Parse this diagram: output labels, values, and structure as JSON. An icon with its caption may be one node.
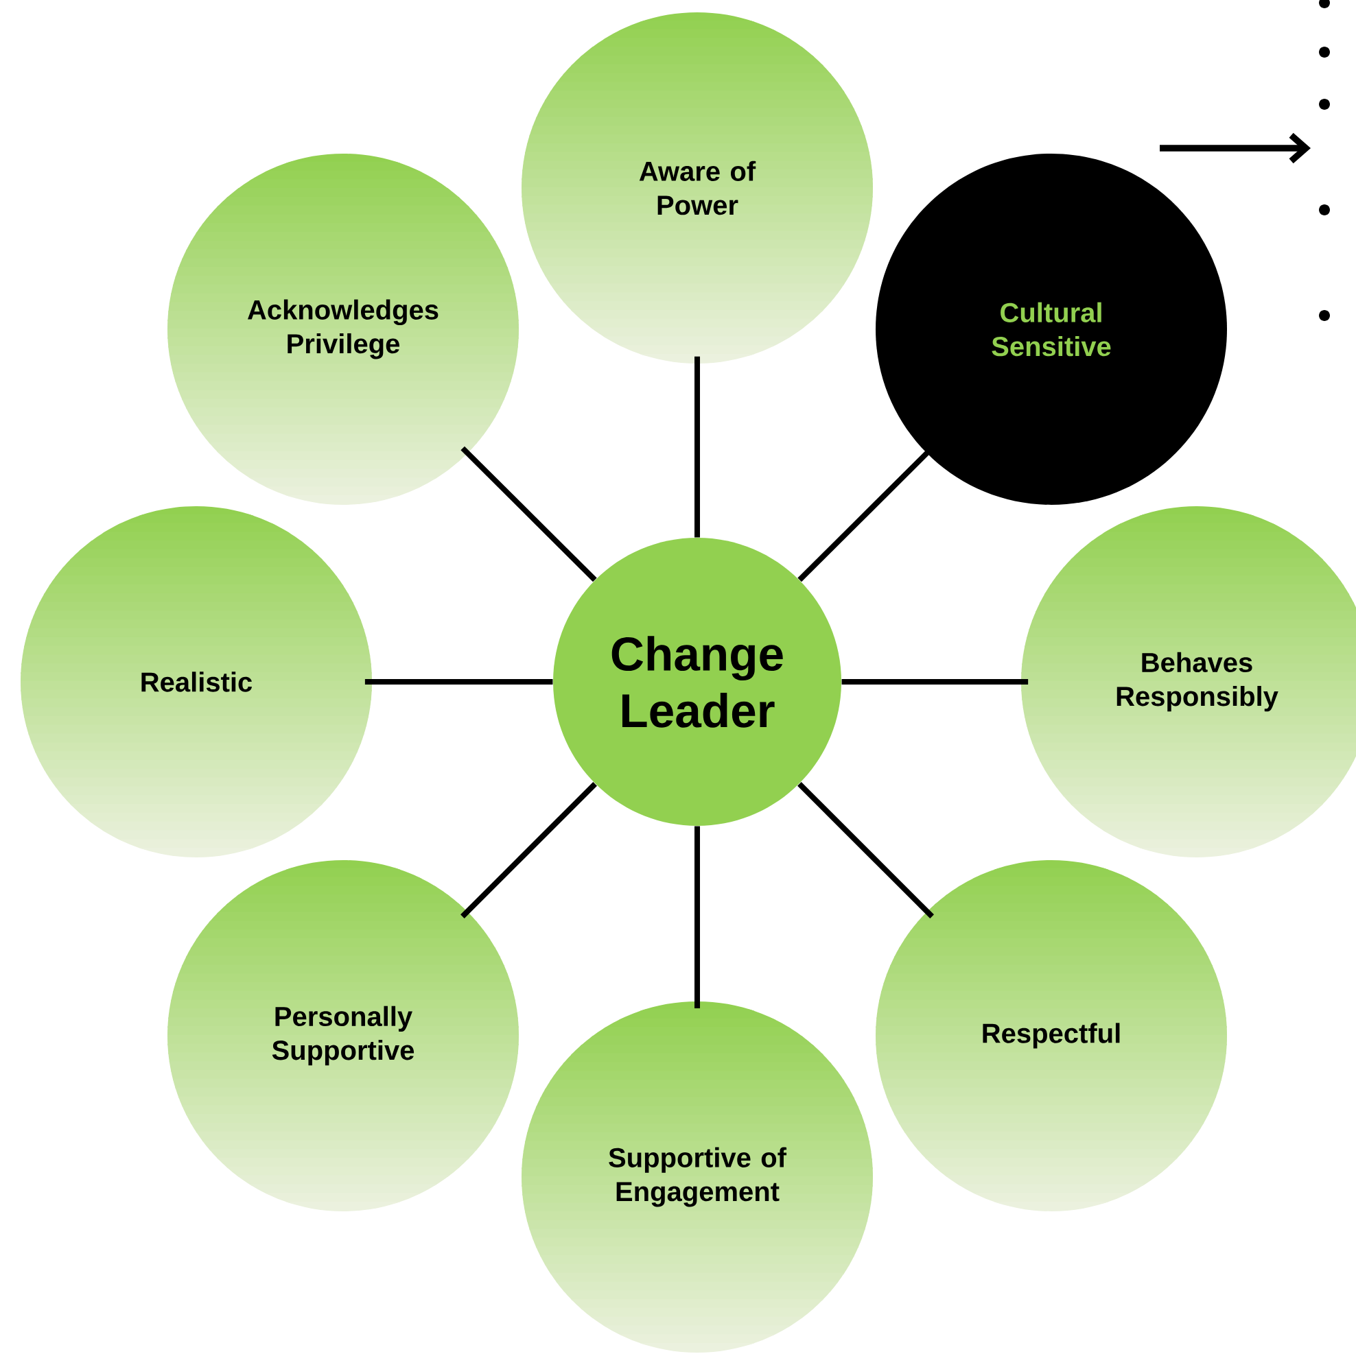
{
  "diagram": {
    "nodes": [
      {
        "text": [
          "Change Leader"
        ]
      },
      {
        "text": [
          "Aware of Power"
        ]
      },
      {
        "text": [
          "Cultural Sensitive"
        ]
      },
      {
        "text": [
          "Behaves Responsibly"
        ]
      },
      {
        "text": [
          "Respectful"
        ]
      },
      {
        "text": [
          "Supportive of Engagement"
        ]
      },
      {
        "text": [
          "Personally Supportive"
        ]
      },
      {
        "text": [
          "Realistic"
        ]
      },
      {
        "text": [
          "Acknowledges Privilege"
        ]
      }
    ],
    "edges": [
      {
        "from": 0,
        "to": 1,
        "arrow": "none"
      },
      {
        "from": 0,
        "to": 2,
        "arrow": "none"
      },
      {
        "from": 0,
        "to": 3,
        "arrow": "none"
      },
      {
        "from": 0,
        "to": 4,
        "arrow": "none"
      },
      {
        "from": 0,
        "to": 5,
        "arrow": "none"
      },
      {
        "from": 0,
        "to": 6,
        "arrow": "none"
      },
      {
        "from": 0,
        "to": 7,
        "arrow": "none"
      },
      {
        "from": 0,
        "to": 8,
        "arrow": "none"
      }
    ]
  }
}
